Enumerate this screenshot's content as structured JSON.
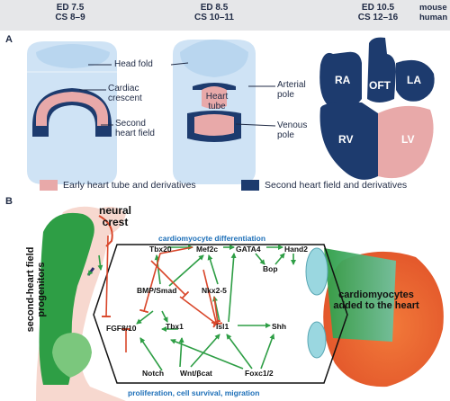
{
  "panel_a": {
    "letter": "A",
    "stages": [
      {
        "ed": "ED 7.5",
        "cs": "CS 8–9"
      },
      {
        "ed": "ED 8.5",
        "cs": "CS 10–11"
      },
      {
        "ed": "ED 10.5",
        "cs": "CS 12–16"
      }
    ],
    "species": [
      "mouse",
      "human"
    ],
    "labels": {
      "head_fold": "Head fold",
      "cardiac_crescent": "Cardiac crescent",
      "second_heart_field": "Second heart field",
      "heart_tube": "Heart tube",
      "arterial_pole": "Arterial pole",
      "venous_pole": "Venous pole",
      "ra": "RA",
      "oft": "OFT",
      "la": "LA",
      "rv": "RV",
      "lv": "LV"
    },
    "legend": [
      {
        "label": "Early heart tube and derivatives",
        "color": "#e8a9a9"
      },
      {
        "label": "Second heart field and derivatives",
        "color": "#1d3b6e"
      }
    ]
  },
  "panel_b": {
    "letter": "B",
    "neural_crest": "neural crest",
    "progenitors": "second-heart field progenitors",
    "added": "cardiomyocytes added to the heart",
    "top_caption": "cardiomyocyte differentiation",
    "bottom_caption": "proliferation, cell survival, migration",
    "genes": {
      "tbx20": "Tbx20",
      "mef2c": "Mef2c",
      "gata4": "GATA4",
      "hand2": "Hand2",
      "bop": "Bop",
      "bmp": "BMP/Smad",
      "nkx": "Nkx2-5",
      "fgf": "FGF8/10",
      "tbx1": "Tbx1",
      "isl1": "Isl1",
      "shh": "Shh",
      "notch": "Notch",
      "wnt": "Wnt/βcat",
      "foxc": "Foxc1/2"
    },
    "colors": {
      "activation": "#2e9e45",
      "repression": "#d9472b"
    }
  }
}
